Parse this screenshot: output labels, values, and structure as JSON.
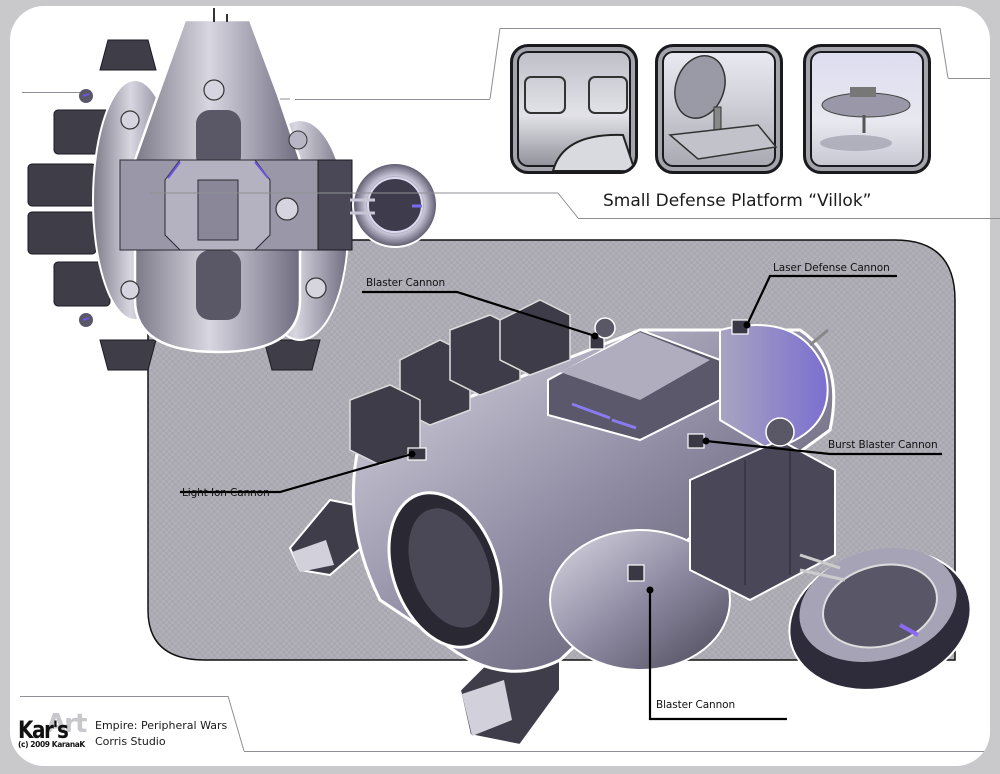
{
  "sheet": {
    "title": "Small Defense Platform “Villok”",
    "views": [
      "top-down-plan-view",
      "perspective-3d-view"
    ],
    "thumbnails": [
      {
        "name": "interior-corridor-thumbnail",
        "subject": "hangar interior"
      },
      {
        "name": "radar-dish-thumbnail",
        "subject": "radar dish"
      },
      {
        "name": "platform-side-view-thumbnail",
        "subject": "platform side view"
      }
    ]
  },
  "callouts": [
    {
      "id": "blaster-cannon-top",
      "label": "Blaster Cannon"
    },
    {
      "id": "laser-defense-cannon",
      "label": "Laser Defense Cannon"
    },
    {
      "id": "burst-blaster-cannon",
      "label": "Burst Blaster Cannon"
    },
    {
      "id": "light-ion-cannon",
      "label": "Light Ion Cannon"
    },
    {
      "id": "blaster-cannon-bottom",
      "label": "Blaster Cannon"
    }
  ],
  "credits": {
    "logo_main": "Kar's",
    "logo_overlay": "Art",
    "logo_copyright": "(c) 2009 KaranaK",
    "line1": "Empire: Peripheral Wars",
    "line2": "Corris Studio"
  },
  "colors": {
    "background": "#c9c9cc",
    "sheet": "#ffffff",
    "panel": "#a9a8b0",
    "hull": "#8d8a9e",
    "accent_glow": "#6a55e0",
    "leader_line": "#000000"
  }
}
